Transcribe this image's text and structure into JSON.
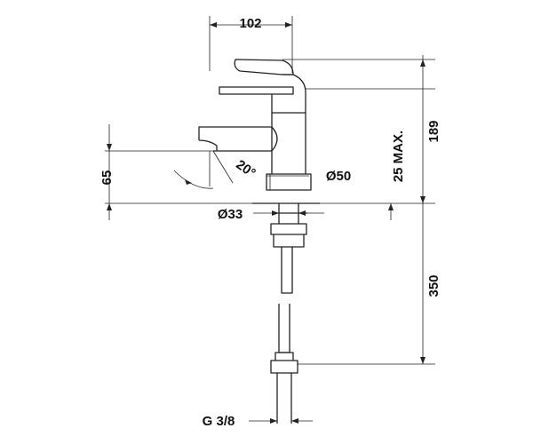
{
  "dimensions": {
    "width_top": "102",
    "total_height": "189",
    "max_rise": "25 MAX.",
    "spout_height": "65",
    "swivel_angle": "20°",
    "body_diameter": "Ø50",
    "hole_diameter": "Ø33",
    "hose_length": "350",
    "thread": "G 3/8"
  },
  "colors": {
    "line": "#222222",
    "background": "#ffffff"
  }
}
